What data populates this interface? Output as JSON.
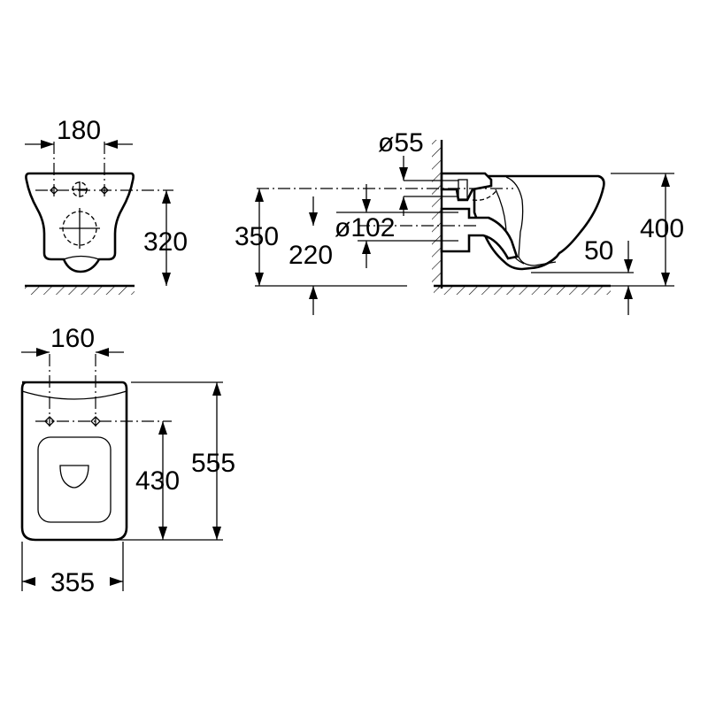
{
  "dimensions": {
    "front_bolt_spacing": "180",
    "front_bolt_height": "320",
    "wall_ref_height": "350",
    "waste_height": "220",
    "inlet_diameter": "ø55",
    "outlet_diameter": "ø102",
    "rim_height": "400",
    "bowl_clearance": "50",
    "top_bolt_spacing": "160",
    "top_bolt_distance": "430",
    "overall_length": "555",
    "overall_width": "355"
  }
}
